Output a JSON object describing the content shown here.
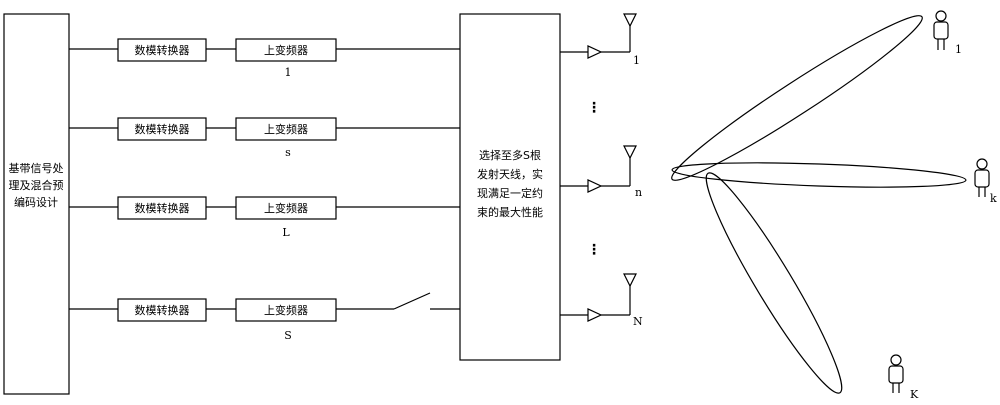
{
  "baseband_block": {
    "lines": [
      "基带信号处",
      "理及混合预",
      "编码设计"
    ]
  },
  "dac_label": "数模转换器",
  "upconverter_label": "上变频器",
  "chains": [
    {
      "label": "1"
    },
    {
      "label": "s"
    },
    {
      "label": "L"
    },
    {
      "label": "S"
    }
  ],
  "selector_block": {
    "lines": [
      "选择至多S根",
      "发射天线，实",
      "现满足一定约",
      "束的最大性能"
    ]
  },
  "antennas": [
    {
      "label": "1"
    },
    {
      "label": "n"
    },
    {
      "label": "N"
    }
  ],
  "users": [
    {
      "label": "1"
    },
    {
      "label": "k"
    },
    {
      "label": "K"
    }
  ],
  "ellipsis": "⋮"
}
